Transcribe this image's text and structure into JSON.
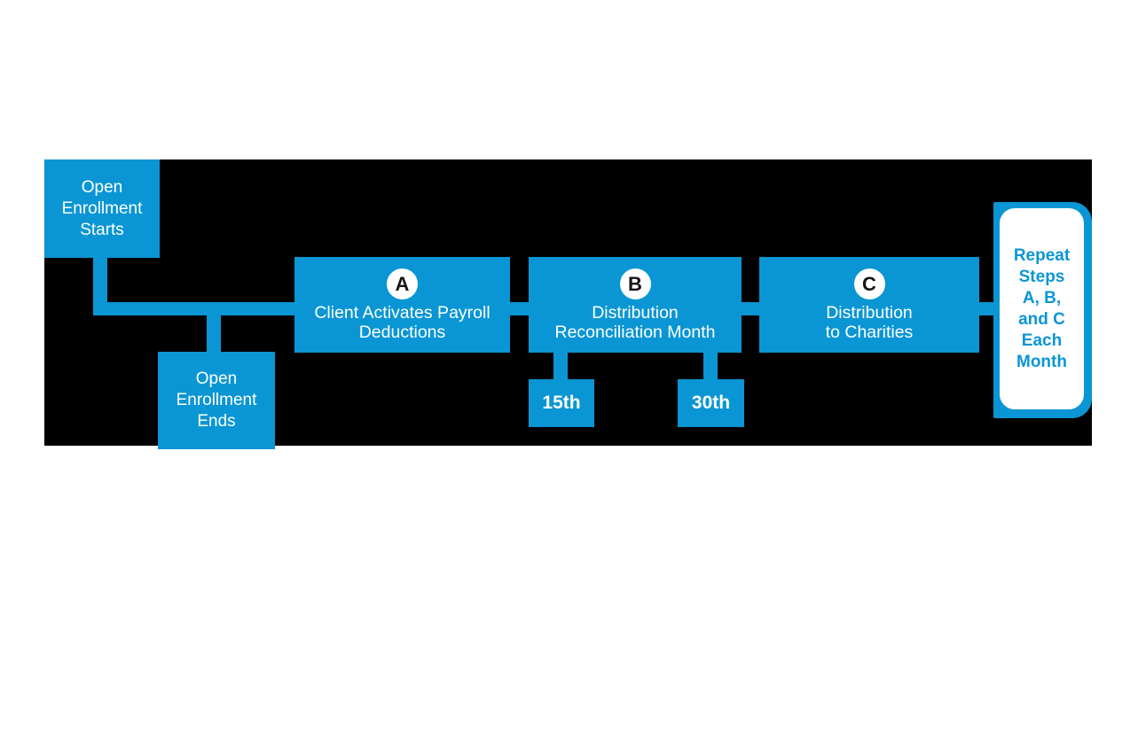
{
  "colors": {
    "background": "#ffffff",
    "panel": "#000000",
    "accent_blue": "#0a96d4",
    "node_text": "#ffffff",
    "badge_text": "#151515",
    "repeat_text": "#0a96d4"
  },
  "diagram": {
    "start_node": {
      "lines": [
        "Open",
        "Enrollment",
        "Starts"
      ]
    },
    "end_node": {
      "lines": [
        "Open",
        "Enrollment",
        "Ends"
      ]
    },
    "step_a": {
      "badge": "A",
      "lines": [
        "Client Activates Payroll",
        "Deductions"
      ]
    },
    "step_b": {
      "badge": "B",
      "lines": [
        "Distribution",
        "Reconciliation Month"
      ]
    },
    "step_c": {
      "badge": "C",
      "lines": [
        "Distribution",
        "to Charities"
      ]
    },
    "date_15": {
      "label": "15th"
    },
    "date_30": {
      "label": "30th"
    },
    "repeat_node": {
      "lines": [
        "Repeat",
        "Steps",
        "A, B,",
        "and C",
        "Each",
        "Month"
      ]
    }
  }
}
